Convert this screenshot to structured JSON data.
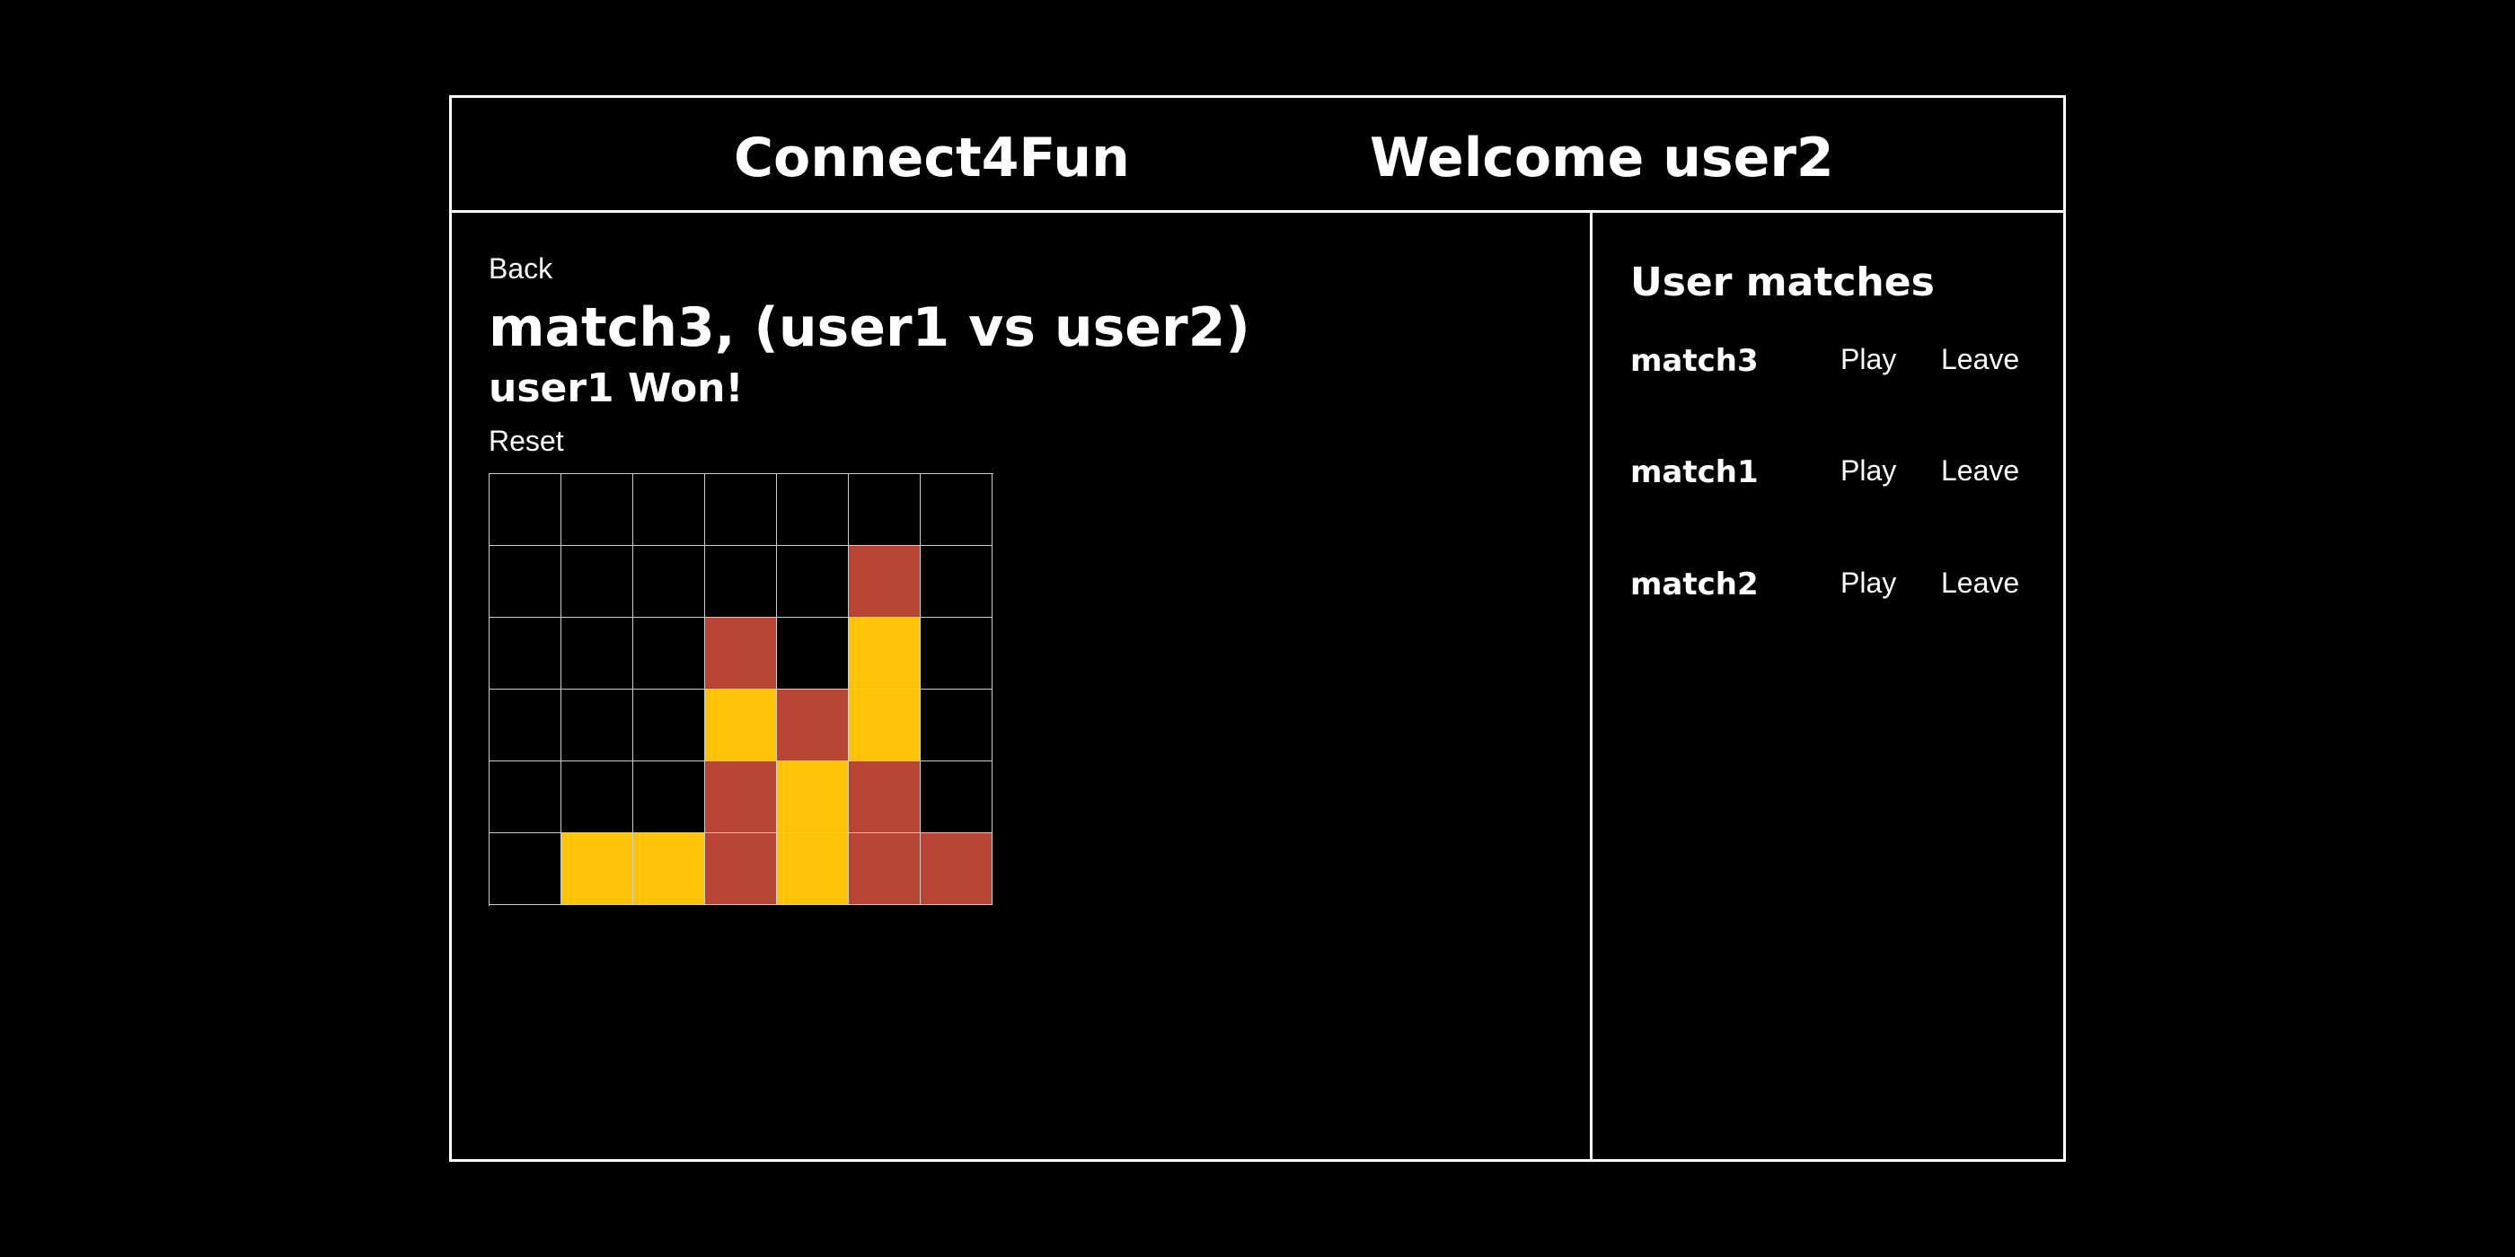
{
  "header": {
    "app_title": "Connect4Fun",
    "welcome": "Welcome user2"
  },
  "game": {
    "back_label": "Back",
    "match_title": "match3, (user1 vs user2)",
    "status": "user1 Won!",
    "reset_label": "Reset",
    "board": [
      [
        "empty",
        "empty",
        "empty",
        "empty",
        "empty",
        "empty",
        "empty"
      ],
      [
        "empty",
        "empty",
        "empty",
        "empty",
        "empty",
        "red",
        "empty"
      ],
      [
        "empty",
        "empty",
        "empty",
        "red",
        "empty",
        "yellow",
        "empty"
      ],
      [
        "empty",
        "empty",
        "empty",
        "yellow",
        "red",
        "yellow",
        "empty"
      ],
      [
        "empty",
        "empty",
        "empty",
        "red",
        "yellow",
        "red",
        "empty"
      ],
      [
        "empty",
        "yellow",
        "yellow",
        "red",
        "yellow",
        "red",
        "red"
      ]
    ]
  },
  "sidebar": {
    "title": "User matches",
    "matches": [
      {
        "name": "match3",
        "play_label": "Play",
        "leave_label": "Leave"
      },
      {
        "name": "match1",
        "play_label": "Play",
        "leave_label": "Leave"
      },
      {
        "name": "match2",
        "play_label": "Play",
        "leave_label": "Leave"
      }
    ]
  },
  "colors": {
    "red_disc": "#b84433",
    "yellow_disc": "#ffc408",
    "background": "#000000",
    "border": "#ffffff"
  }
}
